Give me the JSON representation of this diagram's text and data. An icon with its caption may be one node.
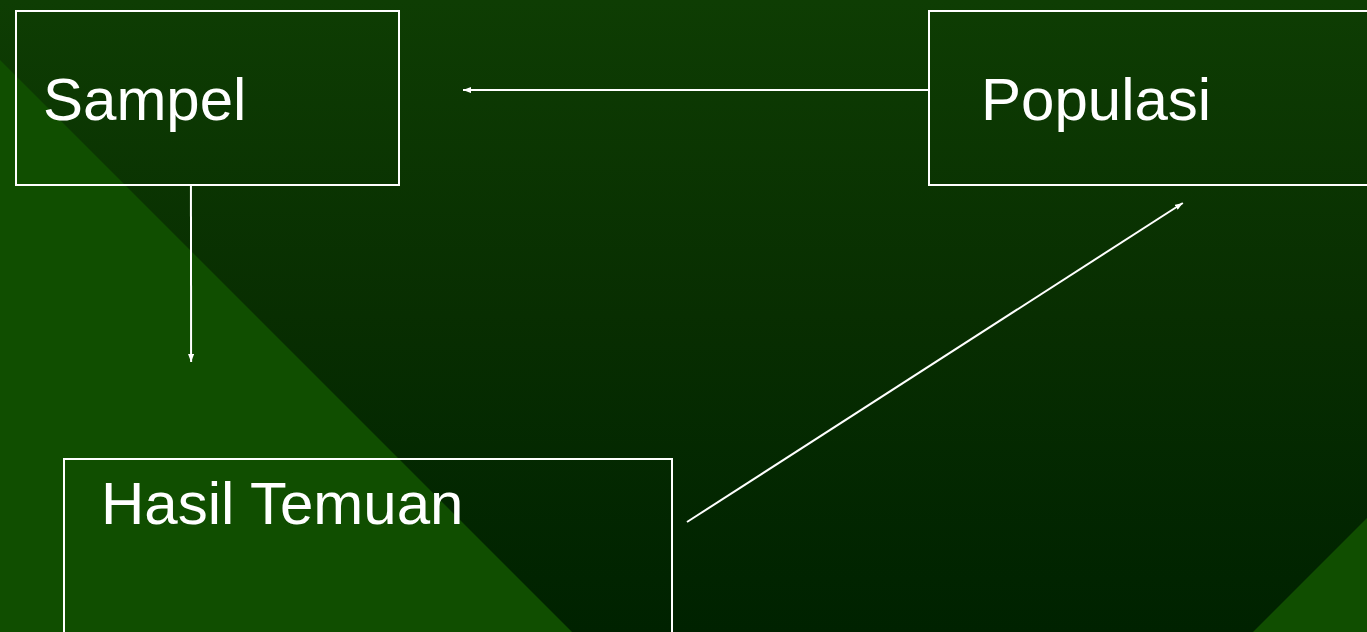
{
  "diagram": {
    "nodes": [
      {
        "text": [
          "Sampel"
        ]
      },
      {
        "text": [
          "Populasi"
        ]
      },
      {
        "text": [
          "Hasil Temuan"
        ]
      }
    ],
    "edges": [
      {
        "from": 1,
        "to": 0,
        "arrow": "to"
      },
      {
        "from": 0,
        "to": 2,
        "arrow": "to"
      },
      {
        "from": 2,
        "to": 1,
        "arrow": "to"
      }
    ]
  }
}
